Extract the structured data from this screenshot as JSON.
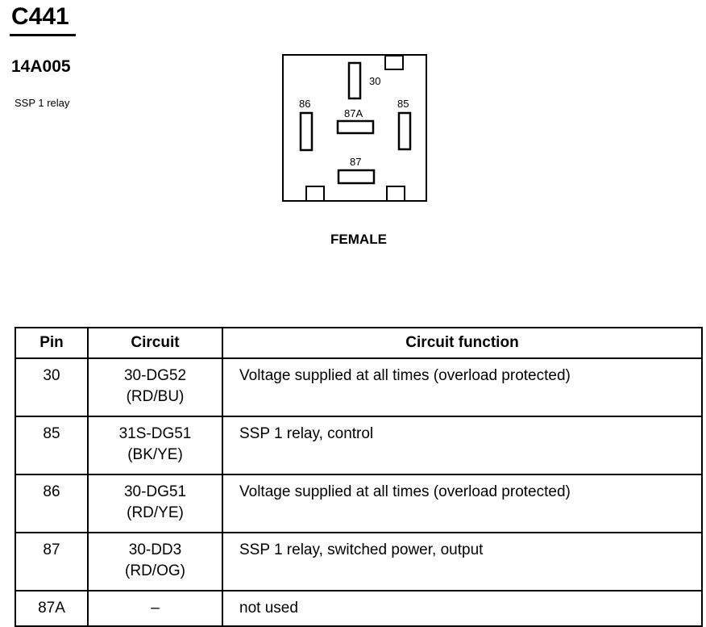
{
  "header": {
    "connector_id": "C441",
    "part_number": "14A005",
    "component_name": "SSP 1 relay"
  },
  "connector_face": {
    "view": "FEMALE",
    "pin_labels": {
      "p30": "30",
      "p86": "86",
      "p87a": "87A",
      "p85": "85",
      "p87": "87"
    }
  },
  "table": {
    "headers": [
      "Pin",
      "Circuit",
      "Circuit function"
    ],
    "rows": [
      {
        "pin": "30",
        "circuit": "30-DG52",
        "color": "(RD/BU)",
        "function": "Voltage supplied at all times (overload protected)"
      },
      {
        "pin": "85",
        "circuit": "31S-DG51",
        "color": "(BK/YE)",
        "function": "SSP 1 relay, control"
      },
      {
        "pin": "86",
        "circuit": "30-DG51",
        "color": "(RD/YE)",
        "function": "Voltage supplied at all times (overload protected)"
      },
      {
        "pin": "87",
        "circuit": "30-DD3",
        "color": "(RD/OG)",
        "function": "SSP 1 relay, switched power, output"
      },
      {
        "pin": "87A",
        "circuit": "–",
        "color": "",
        "function": "not used"
      }
    ]
  }
}
